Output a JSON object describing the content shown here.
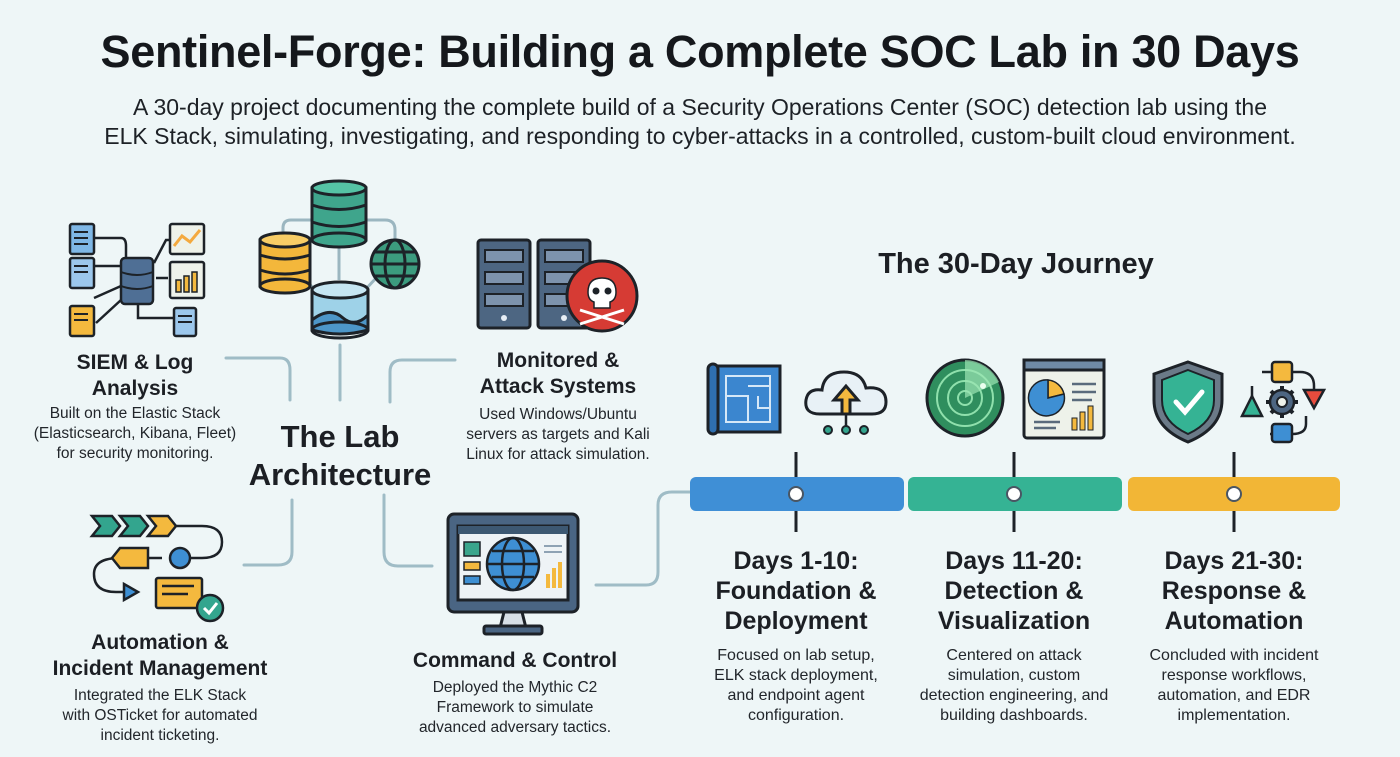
{
  "header": {
    "title": "Sentinel-Forge: Building a Complete SOC Lab in 30 Days",
    "subtitle_line1": "A 30-day project documenting the complete build of a Security Operations Center (SOC) detection lab using the",
    "subtitle_line2": "ELK Stack, simulating, investigating, and responding to cyber-attacks in a controlled, custom-built cloud environment."
  },
  "architecture": {
    "title_line1": "The Lab",
    "title_line2": "Architecture",
    "siem": {
      "icon": "log-pipeline-icon",
      "heading_line1": "SIEM & Log",
      "heading_line2": "Analysis",
      "desc_line1": "Built on the Elastic Stack",
      "desc_line2": "(Elasticsearch, Kibana, Fleet)",
      "desc_line3": "for security monitoring."
    },
    "monitored": {
      "icon": "server-attack-icon",
      "heading_line1": "Monitored &",
      "heading_line2": "Attack Systems",
      "desc_line1": "Used Windows/Ubuntu",
      "desc_line2": "servers as targets and Kali",
      "desc_line3": "Linux for attack simulation."
    },
    "automation": {
      "icon": "workflow-icon",
      "heading_line1": "Automation &",
      "heading_line2": "Incident Management",
      "desc_line1": "Integrated the ELK Stack",
      "desc_line2": "with OSTicket for automated",
      "desc_line3": "incident ticketing."
    },
    "c2": {
      "icon": "monitor-globe-icon",
      "heading_line1": "Command & Control",
      "desc_line1": "Deployed the Mythic C2",
      "desc_line2": "Framework to simulate",
      "desc_line3": "advanced adversary tactics."
    }
  },
  "journey": {
    "title": "The 30-Day Journey",
    "phases": [
      {
        "color": "#3f8fd6",
        "icons": [
          "blueprint-icon",
          "cloud-upload-icon"
        ],
        "heading_line1": "Days 1-10:",
        "heading_line2": "Foundation &",
        "heading_line3": "Deployment",
        "desc_line1": "Focused on lab setup,",
        "desc_line2": "ELK stack deployment,",
        "desc_line3": "and endpoint agent",
        "desc_line4": "configuration."
      },
      {
        "color": "#35b394",
        "icons": [
          "radar-icon",
          "dashboard-icon"
        ],
        "heading_line1": "Days 11-20:",
        "heading_line2": "Detection &",
        "heading_line3": "Visualization",
        "desc_line1": "Centered on attack",
        "desc_line2": "simulation, custom",
        "desc_line3": "detection engineering, and",
        "desc_line4": "building dashboards."
      },
      {
        "color": "#f2b636",
        "icons": [
          "shield-check-icon",
          "gear-cycle-icon"
        ],
        "heading_line1": "Days 21-30:",
        "heading_line2": "Response &",
        "heading_line3": "Automation",
        "desc_line1": "Concluded with incident",
        "desc_line2": "response workflows,",
        "desc_line3": "automation, and EDR",
        "desc_line4": "implementation."
      }
    ]
  }
}
